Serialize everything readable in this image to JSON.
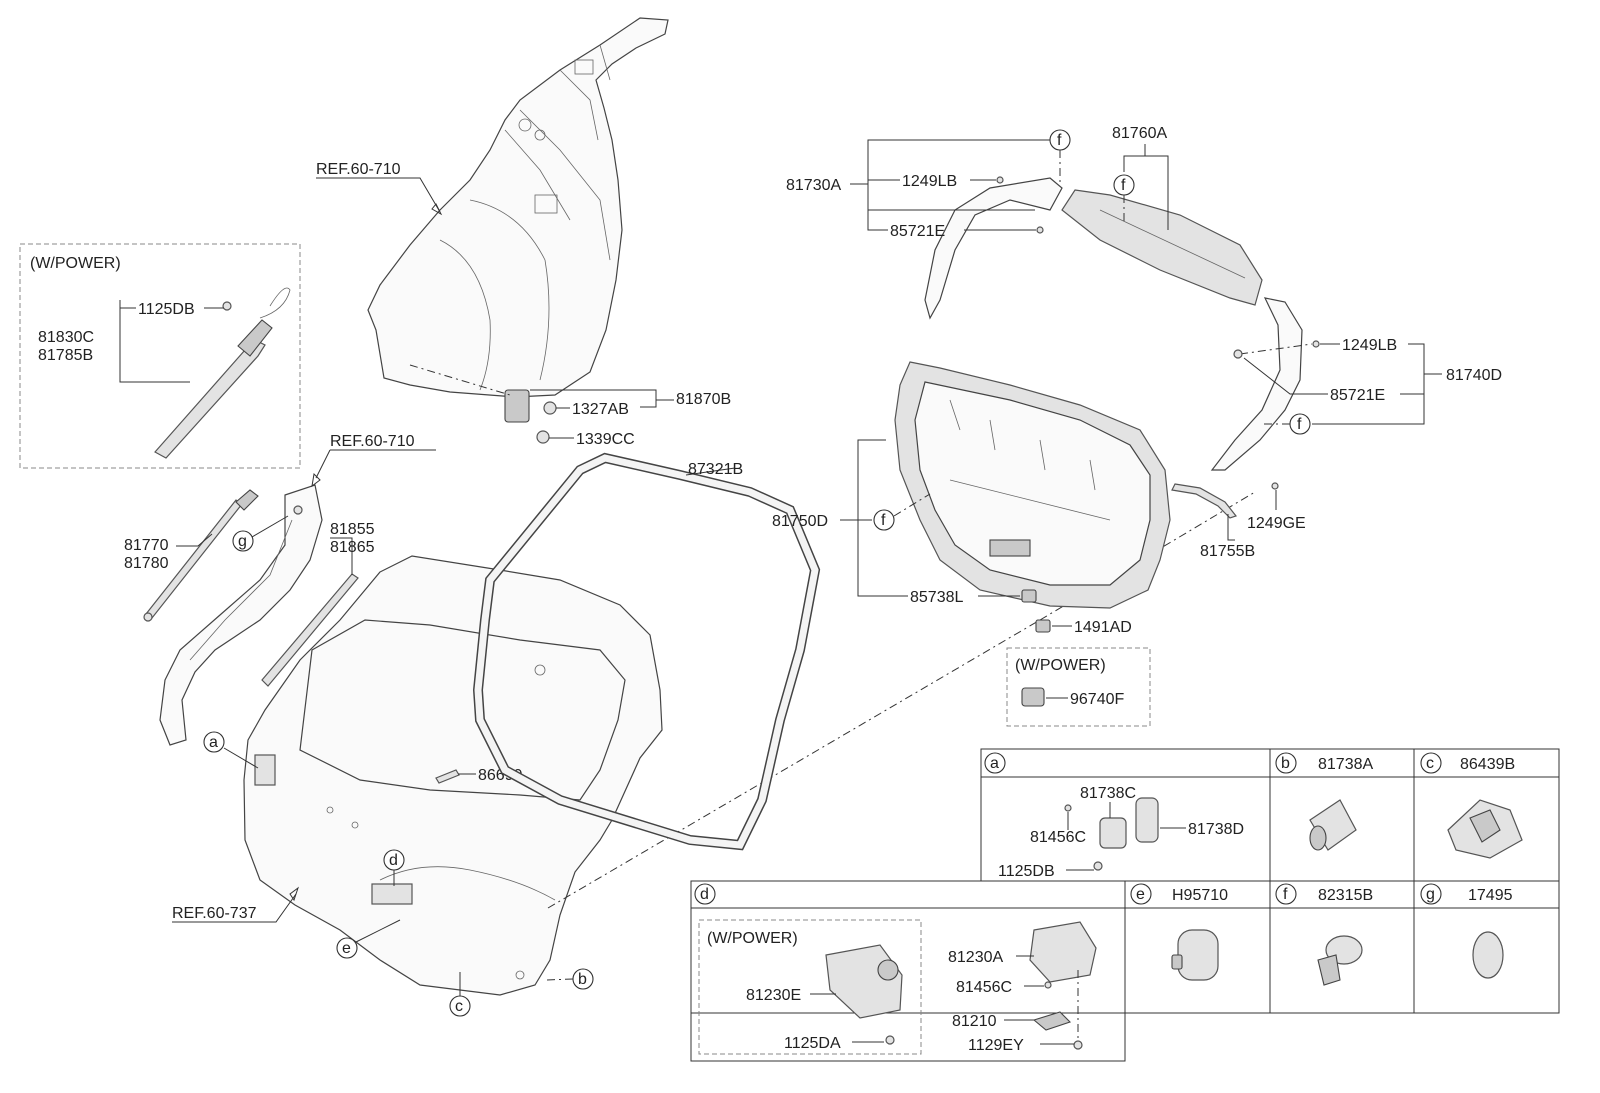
{
  "refs": {
    "ref_top": "REF.60-710",
    "ref_left": "REF.60-710",
    "ref_bottom": "REF.60-737"
  },
  "power_box_left": {
    "title": "(W/POWER)",
    "bolt": "1125DB",
    "strut_a": "81830C",
    "strut_b": "81785B"
  },
  "power_box_mid": {
    "title": "(W/POWER)",
    "part": "96740F"
  },
  "parts": {
    "p1327AB": "1327AB",
    "p81870B": "81870B",
    "p1339CC": "1339CC",
    "p87321B": "87321B",
    "p81770": "81770",
    "p81780": "81780",
    "p81855": "81855",
    "p81865": "81865",
    "p86699": "86699",
    "p81730A": "81730A",
    "p1249LB_a": "1249LB",
    "p85721E_a": "85721E",
    "p81760A": "81760A",
    "p1249LB_b": "1249LB",
    "p85721E_b": "85721E",
    "p81740D": "81740D",
    "p81750D": "81750D",
    "p85738L": "85738L",
    "p1491AD": "1491AD",
    "p81755B": "81755B",
    "p1249GE": "1249GE"
  },
  "callouts": {
    "a": "a",
    "b": "b",
    "c": "c",
    "d": "d",
    "e": "e",
    "f": "f",
    "g": "g"
  },
  "table": {
    "a_header": "a",
    "a_parts": [
      "81738C",
      "81456C",
      "81738D",
      "1125DB"
    ],
    "b_header": "b",
    "b_part": "81738A",
    "c_header": "c",
    "c_part": "86439B",
    "d_header": "d",
    "d_power_title": "(W/POWER)",
    "d_parts": [
      "81230E",
      "1125DA",
      "81230A",
      "81456C",
      "81210",
      "1129EY"
    ],
    "e_header": "e",
    "e_part": "H95710",
    "f_header": "f",
    "f_part": "82315B",
    "g_header": "g",
    "g_part": "17495"
  }
}
